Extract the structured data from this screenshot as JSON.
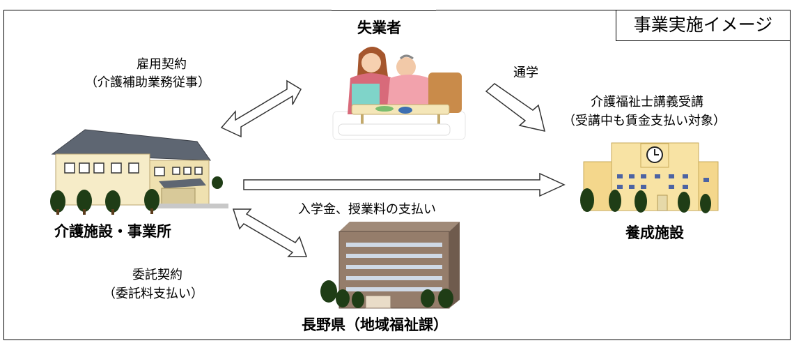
{
  "badge": "事業実施イメージ",
  "nodes": {
    "unemployed": "失業者",
    "care_facility": "介護施設・事業所",
    "training_facility": "養成施設",
    "prefecture": "長野県（地域福祉課）"
  },
  "labels": {
    "employment_line1": "雇用契約",
    "employment_line2": "（介護補助業務従事）",
    "commute": "通学",
    "course_line1": "介護福祉士講義受講",
    "course_line2": "（受講中も賃金支払い対象）",
    "tuition": "入学金、授業料の支払い",
    "consign_line1": "委託契約",
    "consign_line2": "（委託料支払い）"
  }
}
